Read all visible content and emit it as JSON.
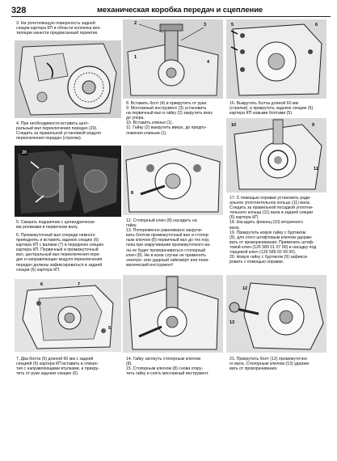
{
  "header": {
    "page_number": "328",
    "title": "механическая коробка передач и сцепление"
  },
  "captions": {
    "c3": [
      "3. На уплотняющую поверхность задней",
      "секции картера КП и области колпачка вен-",
      "тиляции нанести предписанный герметик."
    ],
    "c4": [
      "4. При необходимости вставить цент-",
      "ральный вал переключения передач (20).",
      "Следить за правильной установкой модуля",
      "переключения передач (стрелки)."
    ],
    "c5": [
      "5. Смазать подшипник с цилиндрически-",
      "ми роликами в первичном валу."
    ],
    "c6": [
      "6. Промежуточный вал спереди немного",
      "приподнять и вставить заднюю секцию (6)",
      "картера КП с валами (7) в переднюю секцию",
      "картера КП. Первичный и промежуточный",
      "вал, центральный вал переключения пере-",
      "дач и направляющие модуля переключения",
      "передач должны зафиксироваться в задней",
      "секции (6) картера КП."
    ],
    "c7": [
      "7. Два болта (5) длиной 60 мм с задней",
      "секцией (6) картера КП вставить в отверс-",
      "тия с направляющими втулками, и прикру-",
      "тить от руки заднюю секцию (6)."
    ],
    "c8": [
      "8. Вставить болт (4) и прикрутить от руки.",
      "9. Монтажный инструмент (3) установить",
      "на первичный вал и гайку (2) закрутить вниз",
      "до упора.",
      "10. Вставить клинья (1).",
      "11. Гайку (2) выкрутить вверх, до предпо-",
      "ложения клиньев (1)."
    ],
    "c12": [
      "12. Стопорный ключ (8) насадить на",
      "гайку.",
      "13. Попеременно равномерно закручи-",
      "вать болтом промежуточный вал и стопор-",
      "ным ключом (8) первичный вал до тех пор,",
      "пока при закручивании промежуточного ва-",
      "ла не будет проворачиваться стопорный",
      "ключ (8). Не в коем случае не применять",
      "электро- или ударный гайковёрт или пнев-",
      "матический инструмент!"
    ],
    "c14": [
      "14. Гайку затянуть стопорным ключом",
      "(8).",
      "15. Стопорным ключом (8) снова откру-",
      "тить гайку и снять монтажный инструмент."
    ],
    "c16": [
      "16. Выкрутить болты длиной 60 мм",
      "(стрелки), и прикрутить заднюю секцию (6)",
      "картера КП новыми болтами (5)."
    ],
    "c17": [
      "17. С помощью оправки установить ради-",
      "альное уплотнительное кольцо (11) вала.",
      "Следить за правильной посадкой уплотни-",
      "тельного кольца (11) вала в задней секции",
      "(6) картера КП.",
      "18. Насадить фланец (10) вторичного",
      "вала.",
      "19. Прикрутить новую гайку с буртиком",
      "(9), для этого штифтовым ключом удержи-",
      "вать от проворачивания. Применить штиф-",
      "товой ключ (126 589 01 07 00) и насадку под",
      "торцевой ключ (126 589 02 09 00).",
      "20. Новую гайку с буртиком (9) зафикси-",
      "ровать с помощью оправки."
    ],
    "c21": [
      "21. Прикрутить болт (12) промежуточно-",
      "го вала. Стопорным ключом (13) удержи-",
      "вать от проворачивания."
    ]
  },
  "callouts": {
    "fig4": [
      "20"
    ],
    "fig7": [
      "6",
      "7",
      "5"
    ],
    "fig8": [
      "2",
      "3",
      "1",
      "4"
    ],
    "fig12": [
      "8"
    ],
    "fig16": [
      "5",
      "6"
    ],
    "fig17": [
      "10",
      "9",
      "11"
    ],
    "fig21": [
      "12",
      "13"
    ]
  }
}
